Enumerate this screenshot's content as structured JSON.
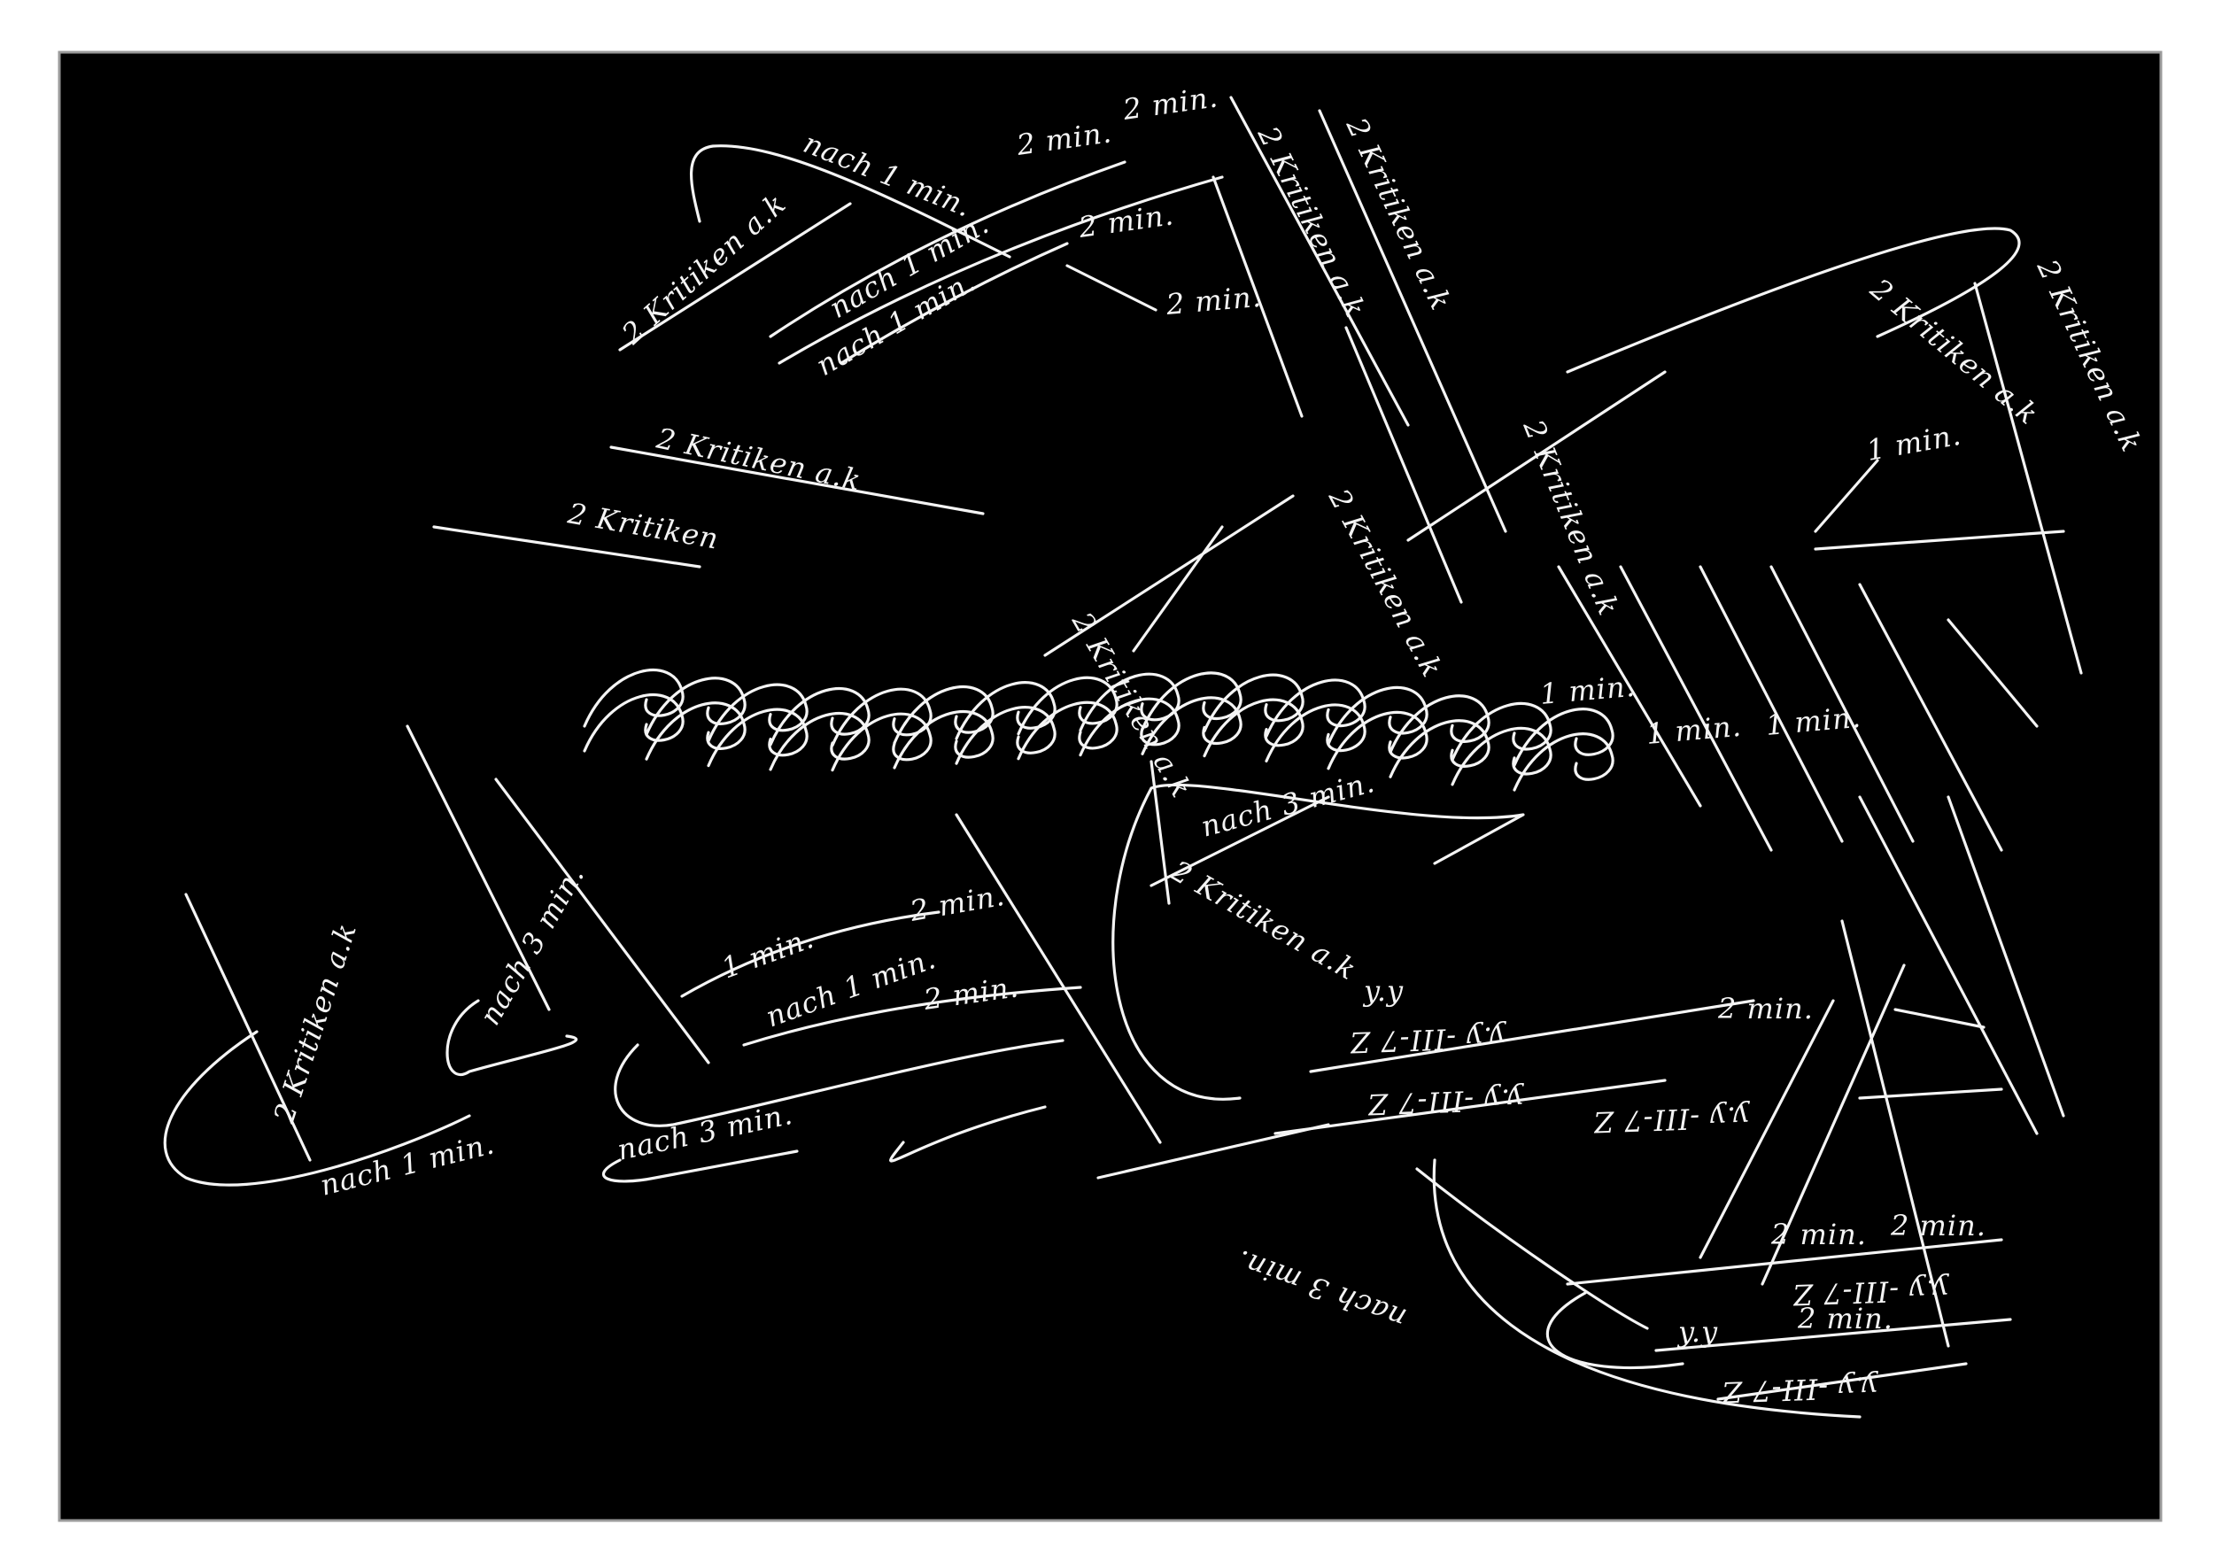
{
  "artwork": {
    "background_color": "#000000",
    "ink_color": "#f4f4f4",
    "annotations": [
      "nach 1 min.",
      "2 Kritiken a.k",
      "2 min.",
      "2 min.",
      "2 min.",
      "2 min.",
      "nach 1 min.",
      "nach 1 min.",
      "2 Kritiken a.k",
      "2 Kritiken a.k",
      "2 Kritiken a.k",
      "2 Kritiken",
      "2 Kritiken a.k",
      "2 Kritiken a.k",
      "2 Kritiken a.k",
      "1 min.",
      "1 min.",
      "1 min.",
      "1 min.",
      "nach 3 min.",
      "2 min.",
      "1 min.",
      "nach 1 min.",
      "2 min.",
      "2 Kritiken a.k",
      "nach 1 min.",
      "nach 3 min.",
      "2 Kritiken a.k",
      "y.y -III-7 Z",
      "y.y -III-7 Z",
      "y.y -III-7 Z",
      "y.y -III-7 Z",
      "y.y -III-7 Z",
      "2 min.",
      "2 min.",
      "2 min.",
      "2 min.",
      "nach 3 min.",
      "y.y",
      "2 Kritiken a.k",
      "nach 3 min.",
      "2 Kritiken a.k",
      "y.y"
    ]
  }
}
